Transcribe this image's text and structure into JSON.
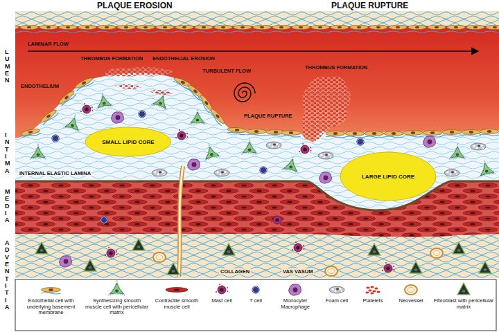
{
  "diagram": {
    "nodes": [
      {
        "text": [
          "SMALL LIPID CORE"
        ]
      },
      {
        "text": [
          "LARGE LIPID CORE"
        ]
      }
    ],
    "labels": [
      "PLAQUE EROSION",
      "PLAQUE RUPTURE",
      "LUMEN",
      "INTIMA",
      "MEDIA",
      "ADVENTITIA",
      "LAMINAR FLOW",
      "THROMBUS FORMATION",
      "ENDOTHELIAL EROSION",
      "TURBULENT FLOW",
      "ENDOTHELIUM",
      "THROMBUS FORMATION",
      "PLAQUE RUPTURE",
      "INTERNAL ELASTIC LAMINA",
      "COLLAGEN",
      "VAS VASUM"
    ],
    "legend": [
      {
        "text": "Endothelial cell with underlying basement membrane"
      },
      {
        "text": "Synthesizing smooth muscle cell with pericellular matrix"
      },
      {
        "text": "Contractile smooth muscle cell"
      },
      {
        "text": "Mast cell"
      },
      {
        "text": "T cell"
      },
      {
        "text": "Monocyte/ Macrophage"
      },
      {
        "text": "Foam cell"
      },
      {
        "text": "Platelets"
      },
      {
        "text": "Neovessel"
      },
      {
        "text": "Fibroblast with pericellular matrix"
      }
    ]
  }
}
